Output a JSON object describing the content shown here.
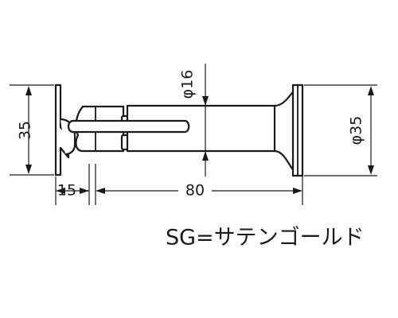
{
  "dimensions": {
    "bracket_height": "35",
    "rod_diameter": "φ16",
    "cap_diameter": "φ35",
    "bracket_offset": "15",
    "rod_length": "80"
  },
  "note": "SG=サテンゴールド",
  "colors": {
    "line": "#1a1a1a",
    "background": "#ffffff"
  }
}
